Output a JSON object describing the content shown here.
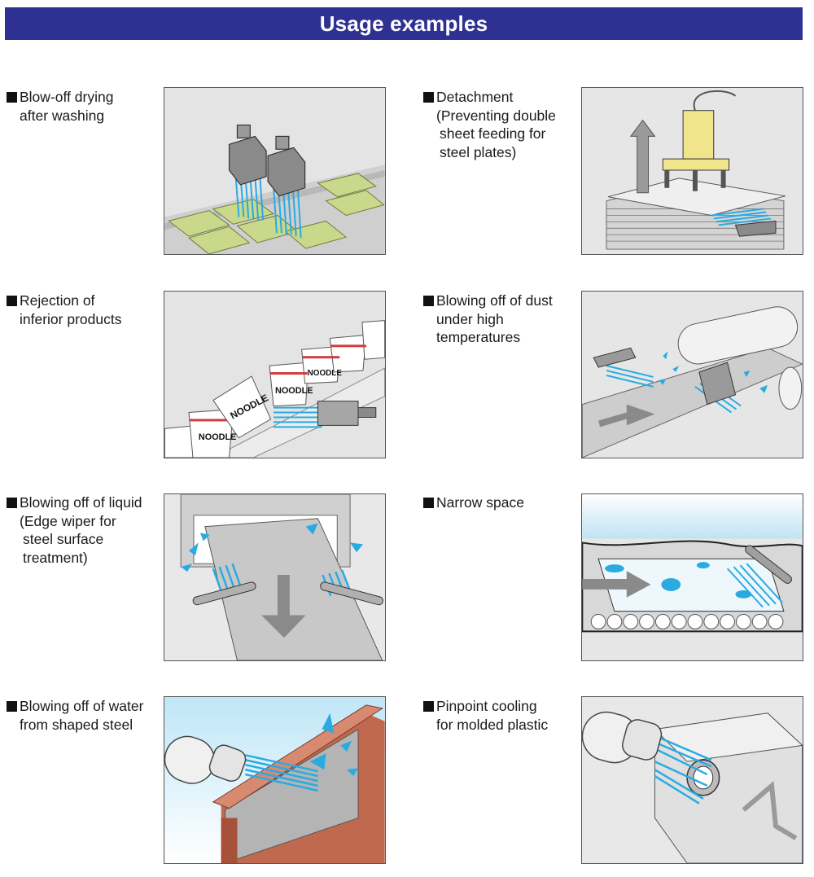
{
  "header": {
    "title": "Usage examples"
  },
  "examples": [
    {
      "lines": [
        "Blow-off drying",
        "after washing"
      ]
    },
    {
      "lines": [
        "Detachment",
        "(Preventing double",
        "sheet feeding for",
        "steel plates)"
      ]
    },
    {
      "lines": [
        "Rejection of",
        "inferior products"
      ]
    },
    {
      "lines": [
        "Blowing off of dust",
        "under high",
        "temperatures"
      ]
    },
    {
      "lines": [
        "Blowing off of liquid",
        "(Edge wiper for",
        "steel surface",
        "treatment)"
      ]
    },
    {
      "lines": [
        "Narrow space"
      ]
    },
    {
      "lines": [
        "Blowing off of water",
        "from shaped steel"
      ]
    },
    {
      "lines": [
        "Pinpoint cooling",
        "for molded plastic"
      ]
    }
  ],
  "illustration_text": {
    "cup_label": "NOODLE"
  },
  "colors": {
    "banner": "#2e3192",
    "air_blue": "#29abe2",
    "panel_gray": "#e6e6e6",
    "steel_brown": "#c1694f",
    "board_green": "#c9d88a"
  }
}
